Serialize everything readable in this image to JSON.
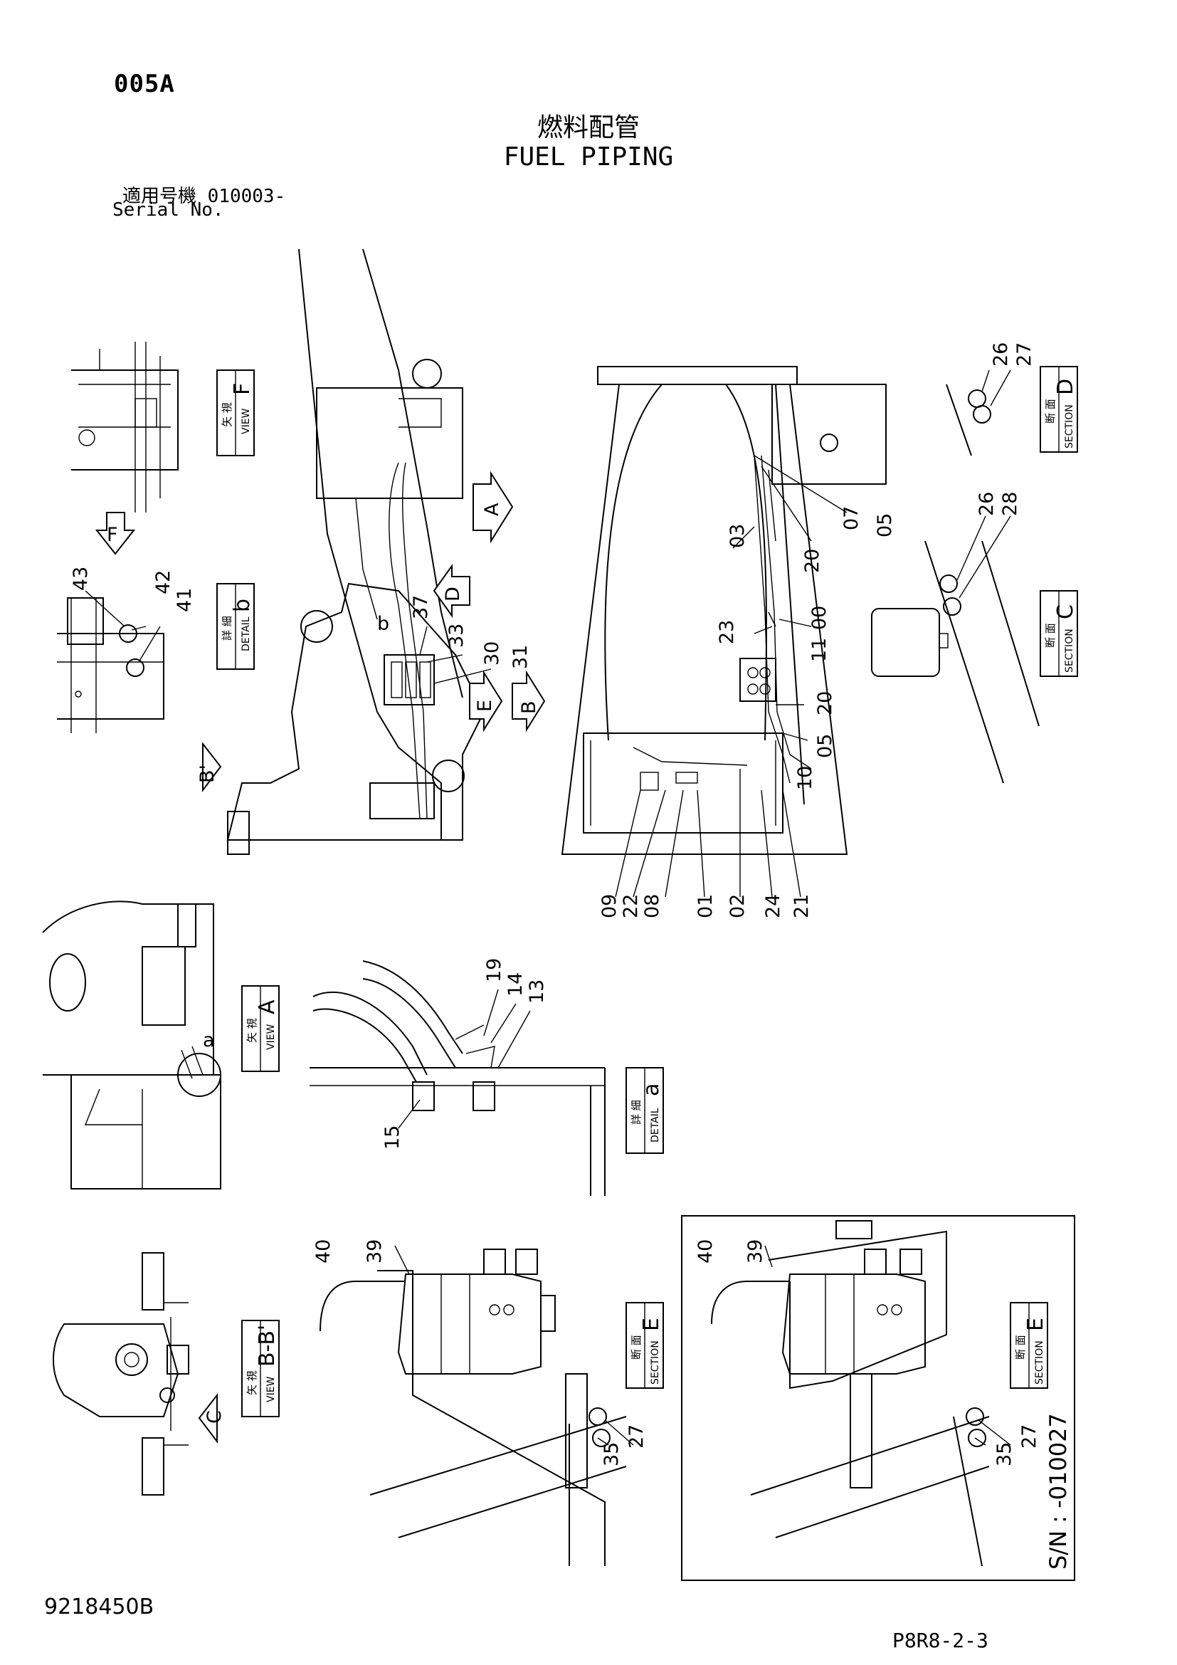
{
  "header": {
    "page_id": "005A",
    "title_jp": "燃料配管",
    "title_en": "FUEL PIPING",
    "serial_jp": "適用号機  010003-",
    "serial_en": "Serial No."
  },
  "footer": {
    "drawing_number": "9218450B",
    "page_ref": "P8R8-2-3"
  },
  "view_labels": {
    "view_f": {
      "jp": "矢 視",
      "en": "VIEW",
      "letter": "F"
    },
    "detail_b": {
      "jp": "詳 細",
      "en": "DETAIL",
      "letter": "b"
    },
    "section_d": {
      "jp": "断 面",
      "en": "SECTION",
      "letter": "D"
    },
    "section_c": {
      "jp": "断 面",
      "en": "SECTION",
      "letter": "C"
    },
    "view_a": {
      "jp": "矢 視",
      "en": "VIEW",
      "letter": "A"
    },
    "detail_a": {
      "jp": "詳 細",
      "en": "DETAIL",
      "letter": "a"
    },
    "view_bb": {
      "jp": "矢 視",
      "en": "VIEW",
      "letter": "B-B'"
    },
    "section_e1": {
      "jp": "断 面",
      "en": "SECTION",
      "letter": "E"
    },
    "section_e2": {
      "jp": "断 面",
      "en": "SECTION",
      "letter": "E"
    }
  },
  "arrow_labels": {
    "a": "A",
    "d": "D",
    "e": "E",
    "b": "B",
    "b_prime": "B'",
    "f": "F",
    "c": "C"
  },
  "detail_markers": {
    "b": "b",
    "a": "a"
  },
  "callouts": {
    "c26_d": "26",
    "c27_d": "27",
    "c05_top": "05",
    "c07": "07",
    "c20_top": "20",
    "c03": "03",
    "c26_c": "26",
    "c28": "28",
    "c43": "43",
    "c42": "42",
    "c41": "41",
    "c37": "37",
    "c33": "33",
    "c30": "30",
    "c31": "31",
    "c23": "23",
    "c11": "11",
    "c00": "00",
    "c20_mid": "20",
    "c05_mid": "05",
    "c10": "10",
    "c09": "09",
    "c22": "22",
    "c08": "08",
    "c01": "01",
    "c02": "02",
    "c24": "24",
    "c21": "21",
    "c19": "19",
    "c14": "14",
    "c13": "13",
    "c15": "15",
    "c40_l": "40",
    "c39_l": "39",
    "c35_l": "35",
    "c27_l": "27",
    "c40_r": "40",
    "c39_r": "39",
    "c35_r": "35",
    "c27_r": "27"
  },
  "serial_note": "S/N : -010027"
}
